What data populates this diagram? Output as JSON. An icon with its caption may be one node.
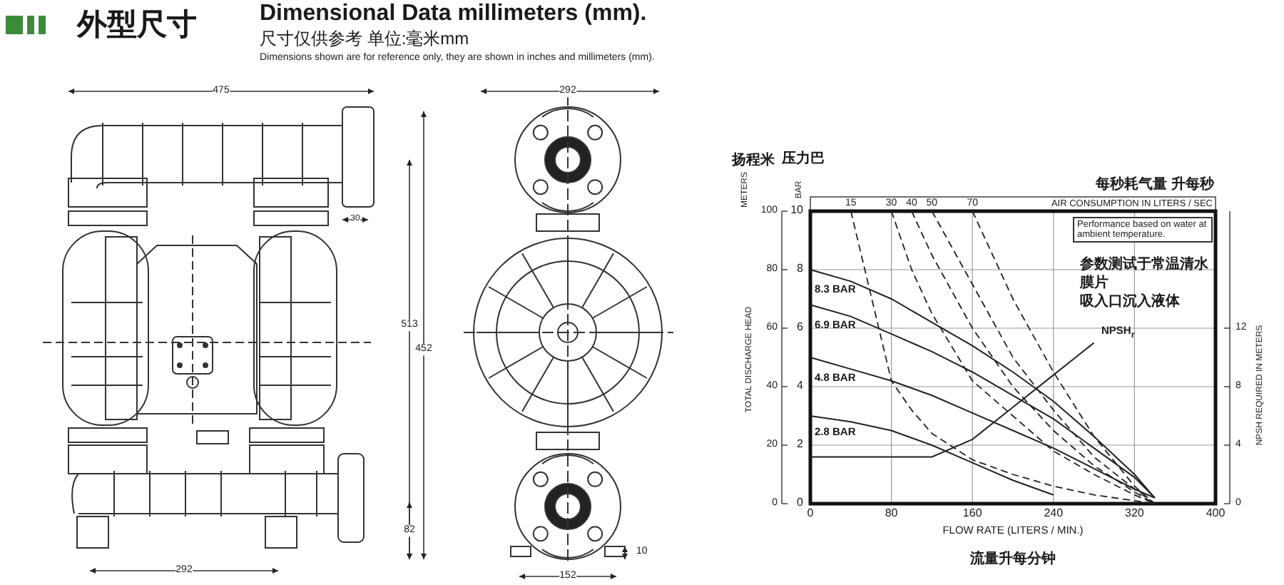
{
  "diagram": {
    "title": "外型尺寸",
    "labels": [
      "Dimensional Data millimeters (mm).",
      "尺寸仅供参考 单位:毫米mm",
      "Dimensions shown are for reference only, they are shown in inches and millimeters (mm).",
      "475",
      "30",
      "513",
      "452",
      "82",
      "292",
      "292",
      "152",
      "10",
      "扬程米",
      "压力巴",
      "METERS",
      "100",
      "80",
      "60",
      "40",
      "20",
      "0",
      "TOTAL DISCHARGE HEAD",
      "每秒耗气量 升每秒",
      "AIR CONSUMPTION IN LITERS / SEC",
      "12",
      "8",
      "4",
      "0",
      "NPSH REQUIRED IN METERS",
      "流量升每分钟"
    ],
    "chart_data": {
      "type": "line",
      "xlabel": "FLOW RATE (LITERS / MIN.)",
      "ylabel": "BAR",
      "grid": true,
      "x": [
        0,
        40,
        80,
        100,
        120,
        160,
        200,
        240,
        280,
        320,
        340
      ],
      "series": [
        {
          "name": "8.3 BAR",
          "color": "#222222",
          "values": [
            8,
            7.6,
            7,
            6.6,
            6.2,
            5.4,
            4.5,
            3.5,
            2.3,
            1,
            0.2
          ]
        },
        {
          "name": "6.9 BAR",
          "color": "#222222",
          "values": [
            6.8,
            6.4,
            5.8,
            5.5,
            5.2,
            4.5,
            3.7,
            2.9,
            1.9,
            0.9,
            0.2
          ]
        },
        {
          "name": "4.8 BAR",
          "color": "#222222",
          "values": [
            5,
            4.6,
            4.2,
            3.95,
            3.7,
            3.1,
            2.5,
            1.9,
            1.2,
            0.5,
            0.2
          ]
        },
        {
          "name": "2.8 BAR",
          "color": "#222222",
          "values": [
            3,
            2.8,
            2.5,
            2.25,
            2,
            1.4,
            0.8,
            0.3,
            null,
            null,
            null
          ]
        },
        {
          "name": "NPSH$_{r}$",
          "color": "#222222",
          "values": [
            1.6,
            1.6,
            1.6,
            1.6,
            1.6,
            2.2,
            3.3,
            4.4,
            5.5,
            null,
            null
          ]
        },
        {
          "name": "15",
          "color": "#222222",
          "line_style": "dashed",
          "values": [
            null,
            10,
            4.2,
            3.2,
            2.4,
            1.5,
            1,
            0.6,
            0.3,
            0.1,
            0
          ]
        },
        {
          "name": "30",
          "color": "#222222",
          "line_style": "dashed",
          "values": [
            null,
            null,
            10,
            8,
            6.5,
            4.2,
            3,
            1.8,
            1,
            0.3,
            0
          ]
        },
        {
          "name": "40",
          "color": "#222222",
          "line_style": "dashed",
          "values": [
            null,
            null,
            null,
            10,
            8.5,
            6,
            4,
            2.5,
            1.3,
            0.4,
            0
          ]
        },
        {
          "name": "50",
          "color": "#222222",
          "line_style": "dashed",
          "values": [
            null,
            null,
            null,
            null,
            10,
            7.5,
            5,
            3.2,
            1.6,
            0.5,
            0
          ]
        },
        {
          "name": "70",
          "color": "#222222",
          "line_style": "dashed",
          "values": [
            null,
            null,
            null,
            null,
            null,
            10,
            7,
            4.5,
            2.3,
            0.6,
            0
          ]
        }
      ],
      "xlim": [
        0,
        400
      ],
      "ylim": [
        0,
        10
      ],
      "xticks": [
        0,
        80,
        160,
        240,
        320,
        400
      ],
      "yticks": [
        0,
        2,
        4,
        6,
        8,
        10
      ],
      "annotations": [
        "Performance based on water at ambient temperature.",
        "参数测试于常温清水",
        "膜片",
        "吸入口沉入液体"
      ]
    }
  }
}
